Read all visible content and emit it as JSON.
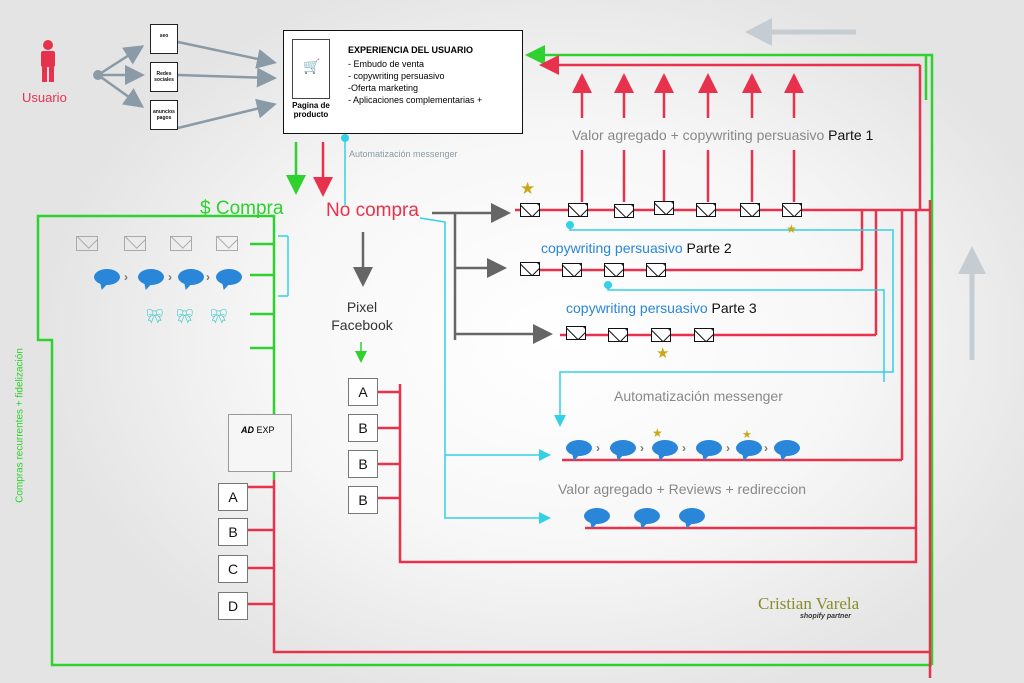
{
  "user": {
    "label": "Usuario",
    "color": "#e8324d"
  },
  "sources": [
    "seo",
    "Redes sociales",
    "anuncios pagos"
  ],
  "experience": {
    "title": "EXPERIENCIA DEL USUARIO",
    "items": [
      "- Embudo de venta",
      "- copywriting persuasivo",
      "-Oferta marketing",
      "- Aplicaciones complementarias +"
    ],
    "page_label": "Pagina de producto",
    "cart_icon": "cart-icon"
  },
  "automation_messenger_small": "Automatización messenger",
  "purchase": "$ Compra",
  "no_purchase": "No compra",
  "pixel": "Pixel Facebook",
  "pixel_abs": [
    "A",
    "B",
    "B",
    "B"
  ],
  "ad_exp": {
    "bold": "AD",
    "rest": "EXP"
  },
  "ad_abs": [
    "A",
    "B",
    "C",
    "D"
  ],
  "retention_label": "Compras recurrentes + fidelización",
  "sequences": {
    "part1": {
      "prefix": "Valor agregado + copywriting persuasivo",
      "suffix": "Parte 1"
    },
    "part2": {
      "prefix": "copywriting persuasivo",
      "suffix": "Parte 2"
    },
    "part3": {
      "prefix": "copywriting persuasivo",
      "suffix": "Parte 3"
    }
  },
  "messenger_automation": "Automatización messenger",
  "reviews": "Valor agregado + Reviews + redireccion",
  "brand": {
    "name": "Cristian Varela",
    "tagline": "shopify partner"
  },
  "colors": {
    "red": "#e8324d",
    "green": "#2ed12e",
    "cyan": "#33d0e6",
    "gray": "#666666",
    "blue": "#2a86d9",
    "gold": "#c9a818"
  }
}
